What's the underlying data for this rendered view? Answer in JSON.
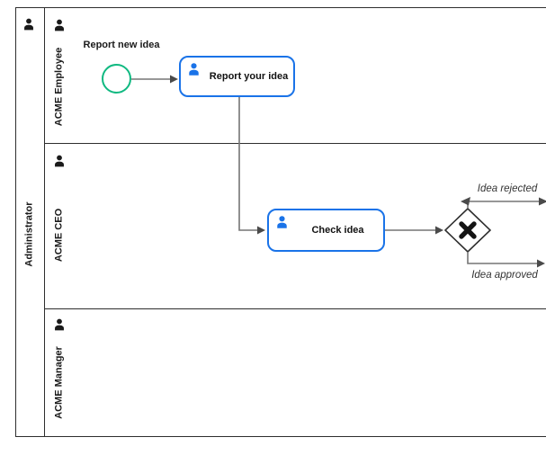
{
  "pool": {
    "name": "Administrator",
    "icon": "person-icon",
    "lanes": [
      {
        "name": "ACME Employee",
        "icon": "person-icon"
      },
      {
        "name": "ACME CEO",
        "icon": "person-icon"
      },
      {
        "name": "ACME Manager",
        "icon": "person-icon"
      }
    ]
  },
  "elements": {
    "start_event": {
      "label": "Report new idea",
      "kind": "start-event",
      "stroke": "#10b981"
    },
    "report_task": {
      "label": "Report your idea",
      "kind": "user-task",
      "icon": "user-icon",
      "stroke": "#1a73e8"
    },
    "check_task": {
      "label": "Check idea",
      "kind": "user-task",
      "icon": "user-icon",
      "stroke": "#1a73e8"
    },
    "gateway": {
      "kind": "exclusive-gateway",
      "icon": "x-marker-icon"
    }
  },
  "flows": {
    "rejected": {
      "label": "Idea rejected"
    },
    "approved": {
      "label": "Idea approved"
    }
  },
  "colors": {
    "task_border": "#1a73e8",
    "start_event_border": "#10b981",
    "flow_line": "#757575",
    "arrowhead": "#4a4a4a",
    "frame": "#2e2e2e",
    "flow_label_text": "#333333"
  }
}
